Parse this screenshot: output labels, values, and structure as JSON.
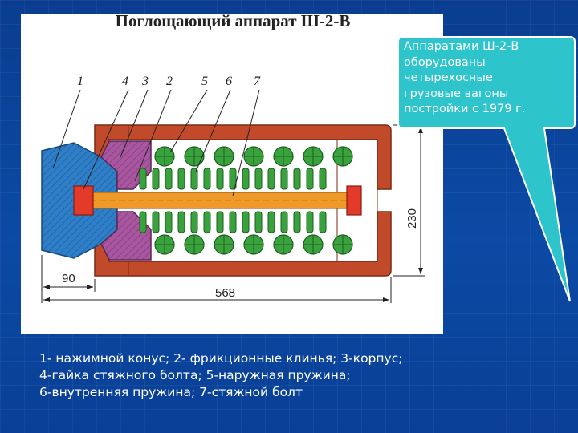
{
  "slide": {
    "title": "Поглощающий аппарат Ш-2-В",
    "callout_lines": [
      "Аппаратами Ш-2-В",
      "оборудованы",
      "четырехосные",
      "грузовые вагоны",
      "постройки с 1979 г."
    ],
    "caption_lines": [
      "1- нажимной конус; 2- фрикционные клинья; 3-корпус;",
      "4-гайка стяжного болта; 5-наружная пружина;",
      "6-внутренняя пружина; 7-стяжной болт"
    ]
  },
  "diagram": {
    "part_numbers": [
      "1",
      "4",
      "3",
      "2",
      "5",
      "6",
      "7"
    ],
    "dimensions": {
      "height": "230",
      "length": "568",
      "offset": "90"
    },
    "colors": {
      "housing": "#c14a2a",
      "cone": "#2f7fc8",
      "wedges": "#a8569f",
      "spring": "#3aa23d",
      "bolt": "#ef9a28",
      "nut": "#e33a2a",
      "background": "#0b4aa5",
      "callout": "#2ec4cc"
    }
  }
}
